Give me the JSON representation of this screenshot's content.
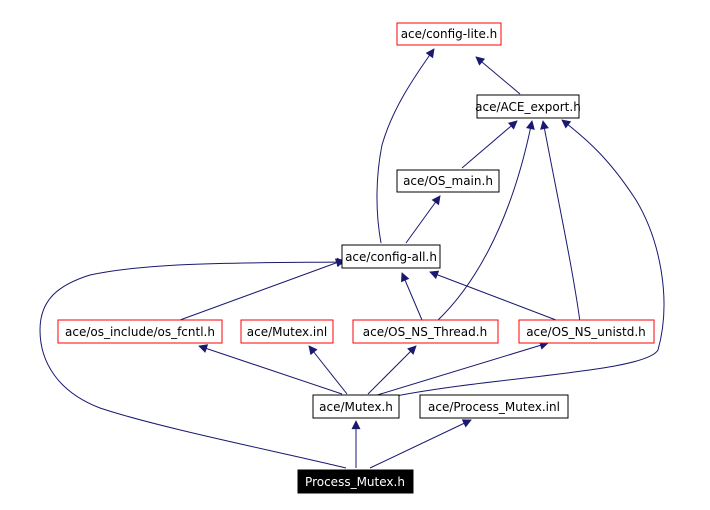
{
  "colors": {
    "edge": "#191970",
    "red_border": "#ff0000",
    "black_border": "#000000",
    "selected_fill": "#000000",
    "selected_text": "#ffffff",
    "text": "#000000"
  },
  "nodes": {
    "config_lite": {
      "label": "ace/config-lite.h",
      "style": "red"
    },
    "ace_export": {
      "label": "ace/ACE_export.h",
      "style": "black"
    },
    "os_main": {
      "label": "ace/OS_main.h",
      "style": "black"
    },
    "config_all": {
      "label": "ace/config-all.h",
      "style": "black"
    },
    "os_fcntl": {
      "label": "ace/os_include/os_fcntl.h",
      "style": "red"
    },
    "mutex_inl": {
      "label": "ace/Mutex.inl",
      "style": "red"
    },
    "os_ns_thread": {
      "label": "ace/OS_NS_Thread.h",
      "style": "red"
    },
    "os_ns_unistd": {
      "label": "ace/OS_NS_unistd.h",
      "style": "red"
    },
    "mutex_h": {
      "label": "ace/Mutex.h",
      "style": "black"
    },
    "process_mutex_inl": {
      "label": "ace/Process_Mutex.inl",
      "style": "black"
    },
    "process_mutex_h": {
      "label": "Process_Mutex.h",
      "style": "selected"
    }
  }
}
